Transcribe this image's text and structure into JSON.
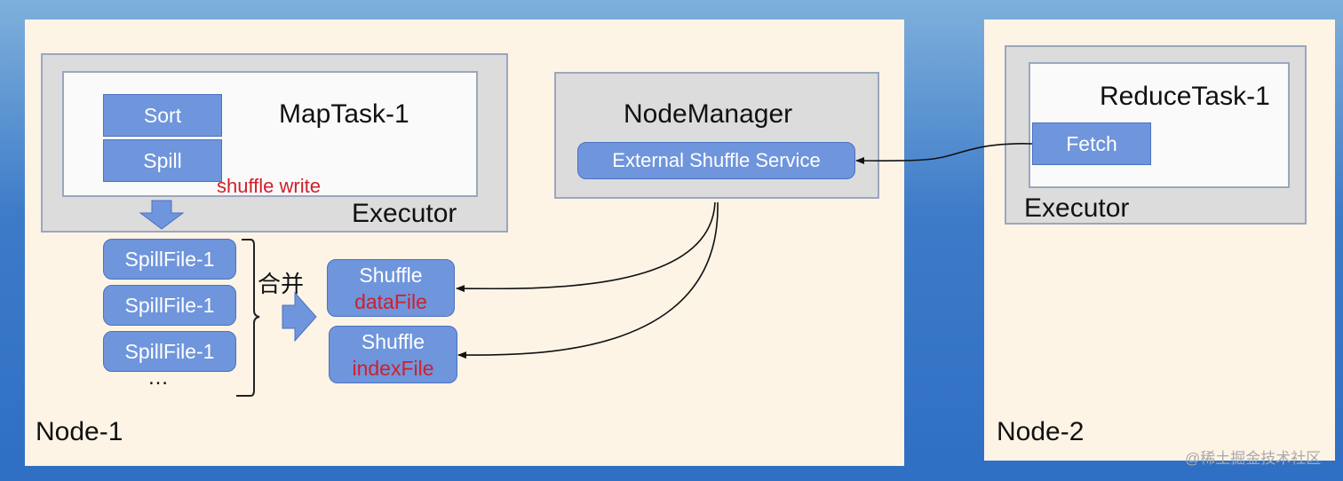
{
  "node1": {
    "label": "Node-1",
    "executor": {
      "label": "Executor",
      "maptask": {
        "label": "MapTask-1",
        "sort": "Sort",
        "spill": "Spill",
        "shuffle_write": "shuffle write"
      }
    },
    "spill_files": [
      "SpillFile-1",
      "SpillFile-1",
      "SpillFile-1"
    ],
    "ellipsis": "…",
    "merge_label": "合并",
    "shuffle_data": {
      "title": "Shuffle",
      "sub": "dataFile"
    },
    "shuffle_index": {
      "title": "Shuffle",
      "sub": "indexFile"
    },
    "nodemanager": {
      "label": "NodeManager",
      "service": "External Shuffle Service"
    }
  },
  "node2": {
    "label": "Node-2",
    "executor": {
      "label": "Executor",
      "reducetask": {
        "label": "ReduceTask-1",
        "fetch": "Fetch"
      }
    }
  },
  "watermark": "@稀土掘金技术社区",
  "colors": {
    "node_bg": "#fdf4e6",
    "box_blue": "#6f95dc",
    "accent_red": "#d0202a",
    "frame_blue": "#3d7bc8"
  }
}
